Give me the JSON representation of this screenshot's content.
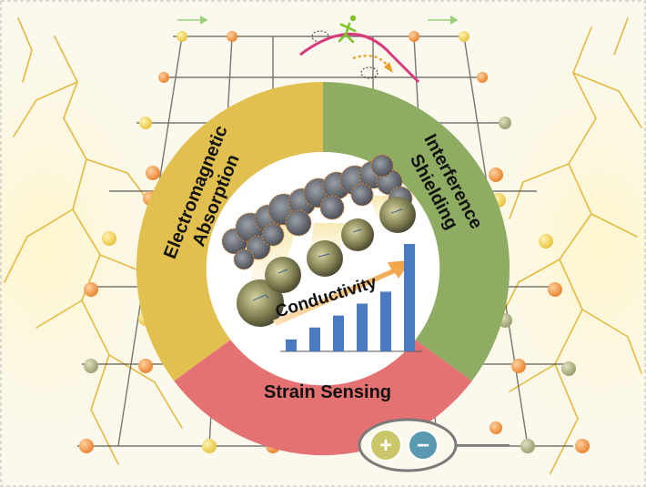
{
  "ring": {
    "segments": [
      {
        "label_line1": "Electromagnetic",
        "label_line2": "Absorption",
        "color": "#e2c04f"
      },
      {
        "label_line1": "Interference",
        "label_line2": "Shielding",
        "color": "#8ead63"
      },
      {
        "label": "Strain Sensing",
        "color": "#e57272"
      }
    ],
    "center_label": "Conductivity"
  },
  "chart_data": {
    "type": "bar",
    "values": [
      1,
      2,
      3,
      4,
      5,
      9
    ],
    "bar_color": "#4a7ac0",
    "trend_arrow_color": "#f0a040"
  },
  "colors": {
    "background": "#fbf8ee",
    "lightning": "#e2b32e",
    "lattice_line": "#4a4a4a",
    "atom_orange": "#e8822a",
    "atom_yellow": "#e6c13a",
    "atom_gray": "#9a9a6a",
    "plus_button": "#c9c76a",
    "minus_button": "#5a9ab0",
    "runner": "#7cc42a"
  },
  "icons": {
    "plus": "+",
    "minus": "−",
    "runner": "running-person-icon"
  }
}
